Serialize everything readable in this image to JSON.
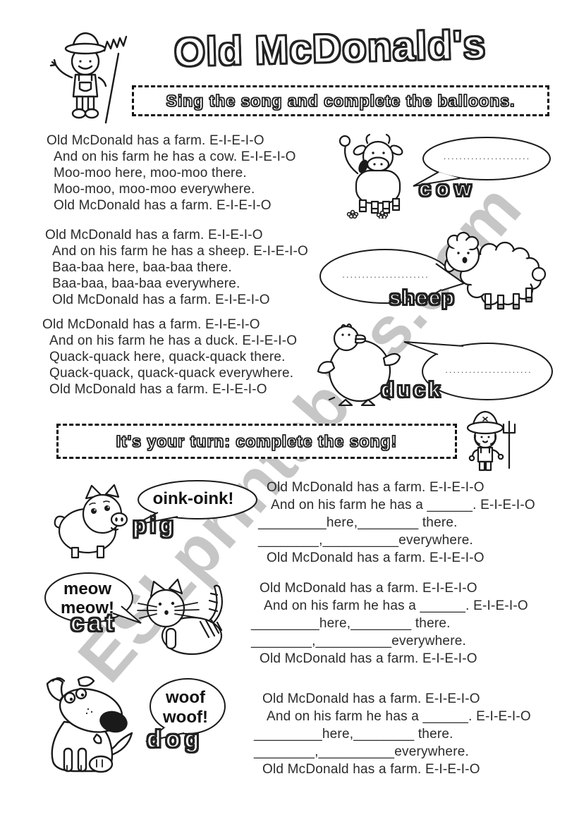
{
  "header": {
    "title": "Old McDonald's"
  },
  "watermark": "ESLprintables.com",
  "banners": {
    "first": "Sing the song and complete the balloons.",
    "second": "It's your turn: complete the song!"
  },
  "song": {
    "verses": [
      {
        "animal": "cow",
        "lines": [
          "Old McDonald has a farm. E-I-E-I-O",
          "And on his farm he has a cow. E-I-E-I-O",
          "Moo-moo here, moo-moo there.",
          "Moo-moo, moo-moo everywhere.",
          "Old McDonald has a farm. E-I-E-I-O"
        ]
      },
      {
        "animal": "sheep",
        "lines": [
          "Old McDonald has a farm. E-I-E-I-O",
          "And on his farm he has a sheep. E-I-E-I-O",
          "Baa-baa here, baa-baa there.",
          "Baa-baa, baa-baa everywhere.",
          "Old McDonald has a farm. E-I-E-I-O"
        ]
      },
      {
        "animal": "duck",
        "lines": [
          "Old McDonald has a farm. E-I-E-I-O",
          "And on his farm he has a duck. E-I-E-I-O",
          "Quack-quack here, quack-quack there.",
          "Quack-quack, quack-quack everywhere.",
          "Old McDonald has a farm. E-I-E-I-O"
        ]
      }
    ]
  },
  "balloons": [
    {
      "label": "cow",
      "dots": "......................"
    },
    {
      "label": "sheep",
      "dots": "......................"
    },
    {
      "label": "duck",
      "dots": "......................"
    }
  ],
  "exercises": [
    {
      "label": "pig",
      "bubble_lines": [
        "oink-oink!"
      ],
      "lines": [
        "Old McDonald has a farm. E-I-E-I-O",
        "And on his farm he has a ______. E-I-E-I-O",
        "_________here,________ there.",
        "________,__________everywhere.",
        "Old McDonald has a farm. E-I-E-I-O"
      ]
    },
    {
      "label": "cat",
      "bubble_lines": [
        "meow",
        "meow!"
      ],
      "lines": [
        "Old McDonald has a farm. E-I-E-I-O",
        "And on his farm he has a ______. E-I-E-I-O",
        "_________here,________ there.",
        "________,__________everywhere.",
        "Old McDonald has a farm. E-I-E-I-O"
      ]
    },
    {
      "label": "dog",
      "bubble_lines": [
        "woof",
        "woof!"
      ],
      "lines": [
        "Old McDonald has a farm. E-I-E-I-O",
        "And on his farm he has a ______. E-I-E-I-O",
        "_________here,________ there.",
        "________,__________everywhere.",
        "Old McDonald has a farm. E-I-E-I-O"
      ]
    }
  ],
  "colors": {
    "ink": "#1a1a1a",
    "watermark": "#b9b9b9"
  }
}
